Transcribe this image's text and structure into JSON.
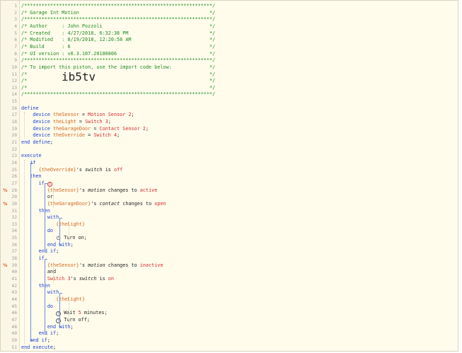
{
  "window": {
    "title": "Garage Int Motion"
  },
  "lines": [
    {
      "n": "1",
      "parts": [
        {
          "c": "cm",
          "t": "/*****************************************************************/"
        }
      ]
    },
    {
      "n": "2",
      "parts": [
        {
          "c": "cm",
          "t": "/* Garage Int Motion                                             */"
        }
      ]
    },
    {
      "n": "3",
      "parts": [
        {
          "c": "cm",
          "t": "/*****************************************************************/"
        }
      ]
    },
    {
      "n": "4",
      "parts": [
        {
          "c": "cm",
          "t": "/* Author     : John Pozzoli                                     */"
        }
      ]
    },
    {
      "n": "5",
      "parts": [
        {
          "c": "cm",
          "t": "/* Created    : 4/27/2018, 6:32:38 PM                            */"
        }
      ]
    },
    {
      "n": "6",
      "parts": [
        {
          "c": "cm",
          "t": "/* Modified   : 8/19/2018, 12:20:58 AM                           */"
        }
      ]
    },
    {
      "n": "7",
      "parts": [
        {
          "c": "cm",
          "t": "/* Build      : 6                                                */"
        }
      ]
    },
    {
      "n": "8",
      "parts": [
        {
          "c": "cm",
          "t": "/* UI version : v0.3.107.20180806                                */"
        }
      ]
    },
    {
      "n": "9",
      "parts": [
        {
          "c": "cm",
          "t": "/*****************************************************************/"
        }
      ]
    },
    {
      "n": "10",
      "parts": [
        {
          "c": "cm",
          "t": "/* To import this piston, use the import code below:             */"
        }
      ]
    },
    {
      "n": "11",
      "parts": [
        {
          "c": "cm",
          "t": "/*                                                               */"
        }
      ]
    },
    {
      "n": "12",
      "parts": [
        {
          "c": "cm",
          "t": "/*                                                               */"
        }
      ]
    },
    {
      "n": "13",
      "parts": [
        {
          "c": "cm",
          "t": "/*                                                               */"
        }
      ]
    },
    {
      "n": "14",
      "parts": [
        {
          "c": "cm",
          "t": "/*****************************************************************/"
        }
      ]
    },
    {
      "n": "15",
      "parts": []
    },
    {
      "n": "16",
      "parts": [
        {
          "c": "kw",
          "t": "define"
        }
      ]
    },
    {
      "n": "17",
      "parts": [
        {
          "c": "sp",
          "t": "    "
        },
        {
          "c": "kw",
          "t": "device "
        },
        {
          "c": "vr",
          "t": "theSensor"
        },
        {
          "c": "st",
          "t": " = "
        },
        {
          "c": "dv",
          "t": "Motion Sensor 2"
        },
        {
          "c": "st",
          "t": ";"
        }
      ]
    },
    {
      "n": "18",
      "parts": [
        {
          "c": "sp",
          "t": "    "
        },
        {
          "c": "kw",
          "t": "device "
        },
        {
          "c": "vr",
          "t": "theLight"
        },
        {
          "c": "st",
          "t": " = "
        },
        {
          "c": "dv",
          "t": "Switch 3"
        },
        {
          "c": "st",
          "t": ";"
        }
      ]
    },
    {
      "n": "19",
      "parts": [
        {
          "c": "sp",
          "t": "    "
        },
        {
          "c": "kw",
          "t": "device "
        },
        {
          "c": "vr",
          "t": "theGarageDoor"
        },
        {
          "c": "st",
          "t": " = "
        },
        {
          "c": "dv",
          "t": "Contact Sensor 2"
        },
        {
          "c": "st",
          "t": ";"
        }
      ]
    },
    {
      "n": "20",
      "parts": [
        {
          "c": "sp",
          "t": "    "
        },
        {
          "c": "kw",
          "t": "device "
        },
        {
          "c": "vr",
          "t": "theOverride"
        },
        {
          "c": "st",
          "t": " = "
        },
        {
          "c": "dv",
          "t": "Switch 4"
        },
        {
          "c": "st",
          "t": ";"
        }
      ]
    },
    {
      "n": "21",
      "parts": [
        {
          "c": "kw",
          "t": "end define"
        },
        {
          "c": "st",
          "t": ";"
        }
      ]
    },
    {
      "n": "22",
      "parts": []
    },
    {
      "n": "23",
      "parts": [
        {
          "c": "kw",
          "t": "execute"
        }
      ]
    },
    {
      "n": "24",
      "parts": [
        {
          "c": "sp",
          "t": "   "
        },
        {
          "c": "kw",
          "t": "if"
        }
      ]
    },
    {
      "n": "25",
      "parts": [
        {
          "c": "sp",
          "t": "      "
        },
        {
          "c": "vr",
          "t": "{theOverride}"
        },
        {
          "c": "st",
          "t": "'s "
        },
        {
          "c": "it",
          "t": "switch"
        },
        {
          "c": "st",
          "t": " is "
        },
        {
          "c": "dv",
          "t": "off"
        }
      ]
    },
    {
      "n": "26",
      "parts": [
        {
          "c": "sp",
          "t": "   "
        },
        {
          "c": "kw",
          "t": "then"
        }
      ]
    },
    {
      "n": "27",
      "parts": [
        {
          "c": "sp",
          "t": "      "
        },
        {
          "c": "kw",
          "t": "if "
        },
        {
          "c": "icon",
          "t": "!",
          "icon": "cond-icon"
        }
      ]
    },
    {
      "n": "28",
      "mark": "%",
      "parts": [
        {
          "c": "sp",
          "t": "         "
        },
        {
          "c": "vr",
          "t": "{theSensor}"
        },
        {
          "c": "st",
          "t": "'s "
        },
        {
          "c": "it",
          "t": "motion"
        },
        {
          "c": "st",
          "t": " changes to "
        },
        {
          "c": "dv",
          "t": "active"
        }
      ]
    },
    {
      "n": "29",
      "parts": [
        {
          "c": "sp",
          "t": "         "
        },
        {
          "c": "st",
          "t": "or"
        }
      ]
    },
    {
      "n": "30",
      "mark": "%",
      "parts": [
        {
          "c": "sp",
          "t": "         "
        },
        {
          "c": "vr",
          "t": "{theGarageDoor}"
        },
        {
          "c": "st",
          "t": "'s "
        },
        {
          "c": "it",
          "t": "contact"
        },
        {
          "c": "st",
          "t": " changes to "
        },
        {
          "c": "dv",
          "t": "open"
        }
      ]
    },
    {
      "n": "31",
      "parts": [
        {
          "c": "sp",
          "t": "      "
        },
        {
          "c": "kw",
          "t": "then"
        }
      ]
    },
    {
      "n": "32",
      "parts": [
        {
          "c": "sp",
          "t": "         "
        },
        {
          "c": "kw",
          "t": "with"
        }
      ]
    },
    {
      "n": "33",
      "parts": [
        {
          "c": "sp",
          "t": "            "
        },
        {
          "c": "vr",
          "t": "{theLight}"
        }
      ]
    },
    {
      "n": "34",
      "parts": [
        {
          "c": "sp",
          "t": "         "
        },
        {
          "c": "kw",
          "t": "do"
        }
      ]
    },
    {
      "n": "35",
      "parts": [
        {
          "c": "sp",
          "t": "            "
        },
        {
          "c": "icon",
          "t": "⏻",
          "icon": "power-icon"
        },
        {
          "c": "st",
          "t": " Turn on;"
        }
      ]
    },
    {
      "n": "36",
      "parts": [
        {
          "c": "sp",
          "t": "         "
        },
        {
          "c": "kw",
          "t": "end with"
        },
        {
          "c": "st",
          "t": ";"
        }
      ]
    },
    {
      "n": "37",
      "parts": [
        {
          "c": "sp",
          "t": "      "
        },
        {
          "c": "kw",
          "t": "end if"
        },
        {
          "c": "st",
          "t": ";"
        }
      ]
    },
    {
      "n": "38",
      "parts": [
        {
          "c": "sp",
          "t": "      "
        },
        {
          "c": "kw",
          "t": "if"
        }
      ]
    },
    {
      "n": "39",
      "mark": "%",
      "parts": [
        {
          "c": "sp",
          "t": "         "
        },
        {
          "c": "vr",
          "t": "{theSensor}"
        },
        {
          "c": "st",
          "t": "'s "
        },
        {
          "c": "it",
          "t": "motion"
        },
        {
          "c": "st",
          "t": " changes to "
        },
        {
          "c": "dv",
          "t": "inactive"
        }
      ]
    },
    {
      "n": "40",
      "parts": [
        {
          "c": "sp",
          "t": "         "
        },
        {
          "c": "st",
          "t": "and"
        }
      ]
    },
    {
      "n": "41",
      "parts": [
        {
          "c": "sp",
          "t": "         "
        },
        {
          "c": "dv",
          "t": "Switch 3"
        },
        {
          "c": "st",
          "t": "'s "
        },
        {
          "c": "it",
          "t": "switch"
        },
        {
          "c": "st",
          "t": " is "
        },
        {
          "c": "dv",
          "t": "on"
        }
      ]
    },
    {
      "n": "42",
      "parts": [
        {
          "c": "sp",
          "t": "      "
        },
        {
          "c": "kw",
          "t": "then"
        }
      ]
    },
    {
      "n": "43",
      "parts": [
        {
          "c": "sp",
          "t": "         "
        },
        {
          "c": "kw",
          "t": "with"
        }
      ]
    },
    {
      "n": "44",
      "parts": [
        {
          "c": "sp",
          "t": "            "
        },
        {
          "c": "vr",
          "t": "{theLight}"
        }
      ]
    },
    {
      "n": "45",
      "parts": [
        {
          "c": "sp",
          "t": "         "
        },
        {
          "c": "kw",
          "t": "do"
        }
      ]
    },
    {
      "n": "46",
      "parts": [
        {
          "c": "sp",
          "t": "            "
        },
        {
          "c": "icon",
          "t": "?",
          "icon": "question-icon"
        },
        {
          "c": "st",
          "t": " Wait "
        },
        {
          "c": "dv",
          "t": "5"
        },
        {
          "c": "st",
          "t": " minutes;"
        }
      ]
    },
    {
      "n": "47",
      "parts": [
        {
          "c": "sp",
          "t": "            "
        },
        {
          "c": "icon",
          "t": "?",
          "icon": "question-icon"
        },
        {
          "c": "st",
          "t": " Turn off;"
        }
      ]
    },
    {
      "n": "48",
      "parts": [
        {
          "c": "sp",
          "t": "         "
        },
        {
          "c": "kw",
          "t": "end with"
        },
        {
          "c": "st",
          "t": ";"
        }
      ]
    },
    {
      "n": "49",
      "parts": [
        {
          "c": "sp",
          "t": "      "
        },
        {
          "c": "kw",
          "t": "end if"
        },
        {
          "c": "st",
          "t": ";"
        }
      ]
    },
    {
      "n": "50",
      "parts": [
        {
          "c": "sp",
          "t": "   "
        },
        {
          "c": "kw",
          "t": "end if"
        },
        {
          "c": "st",
          "t": ";"
        }
      ]
    },
    {
      "n": "51",
      "parts": [
        {
          "c": "kw",
          "t": "end execute"
        },
        {
          "c": "st",
          "t": ";"
        }
      ]
    }
  ],
  "import_code": "ib5tv",
  "colors": {
    "keyword": "#1a3fd1",
    "variable": "#d2661a",
    "device": "#d42a2a",
    "comment": "#1f8a1f",
    "background": "#fffcec"
  }
}
